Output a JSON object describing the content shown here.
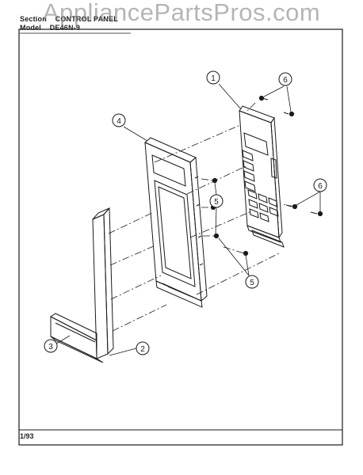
{
  "header": {
    "section_label": "Section",
    "section_value": "CONTROL PANEL",
    "model_label": "Model",
    "model_value": "DE46N-9"
  },
  "watermark": "AppliancePartsPros.com",
  "footer": {
    "date_code": "1/93"
  },
  "callouts": [
    "1",
    "2",
    "3",
    "4",
    "5",
    "5",
    "6",
    "6"
  ],
  "colors": {
    "line": "#1a1a1a",
    "watermark": "#8a8a8a",
    "background": "#ffffff"
  }
}
